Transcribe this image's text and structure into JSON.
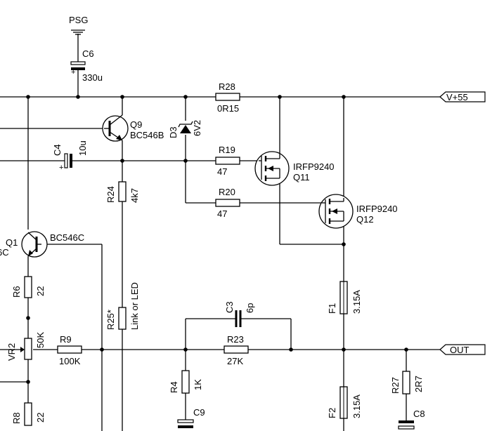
{
  "labels": {
    "psg": "PSG",
    "c6": "C6",
    "c6_val": "330u",
    "r28": "R28",
    "r28_val": "0R15",
    "vplus": "V+55",
    "q9": "Q9",
    "q9_type": "BC546B",
    "d3": "D3",
    "d3_val": "6V2",
    "c4": "C4",
    "c4_val": "10u",
    "r19": "R19",
    "r19_val": "47",
    "q11_type": "IRFP9240",
    "q11": "Q11",
    "r24": "R24",
    "r24_val": "4k7",
    "r20": "R20",
    "r20_val": "47",
    "q12_type": "IRFP9240",
    "q12": "Q12",
    "q1": "Q1",
    "q1_type": "BC546C",
    "q1_cut": "6C",
    "r6": "R6",
    "r6_val": "22",
    "f1": "F1",
    "f1_val": "3.15A",
    "r25": "R25*",
    "r25_val": "Link or LED",
    "c3": "C3",
    "c3_val": "6p",
    "vr2": "VR2",
    "vr2_val": "50K",
    "r9": "R9",
    "r9_val": "100K",
    "r23": "R23",
    "r23_val": "27K",
    "out": "OUT",
    "r4": "R4",
    "r4_val": "1K",
    "c9": "C9",
    "r27": "R27",
    "r27_val": "2R7",
    "r8": "R8",
    "r8_val": "22",
    "f2": "F2",
    "f2_val": "3.15A",
    "c8": "C8"
  }
}
